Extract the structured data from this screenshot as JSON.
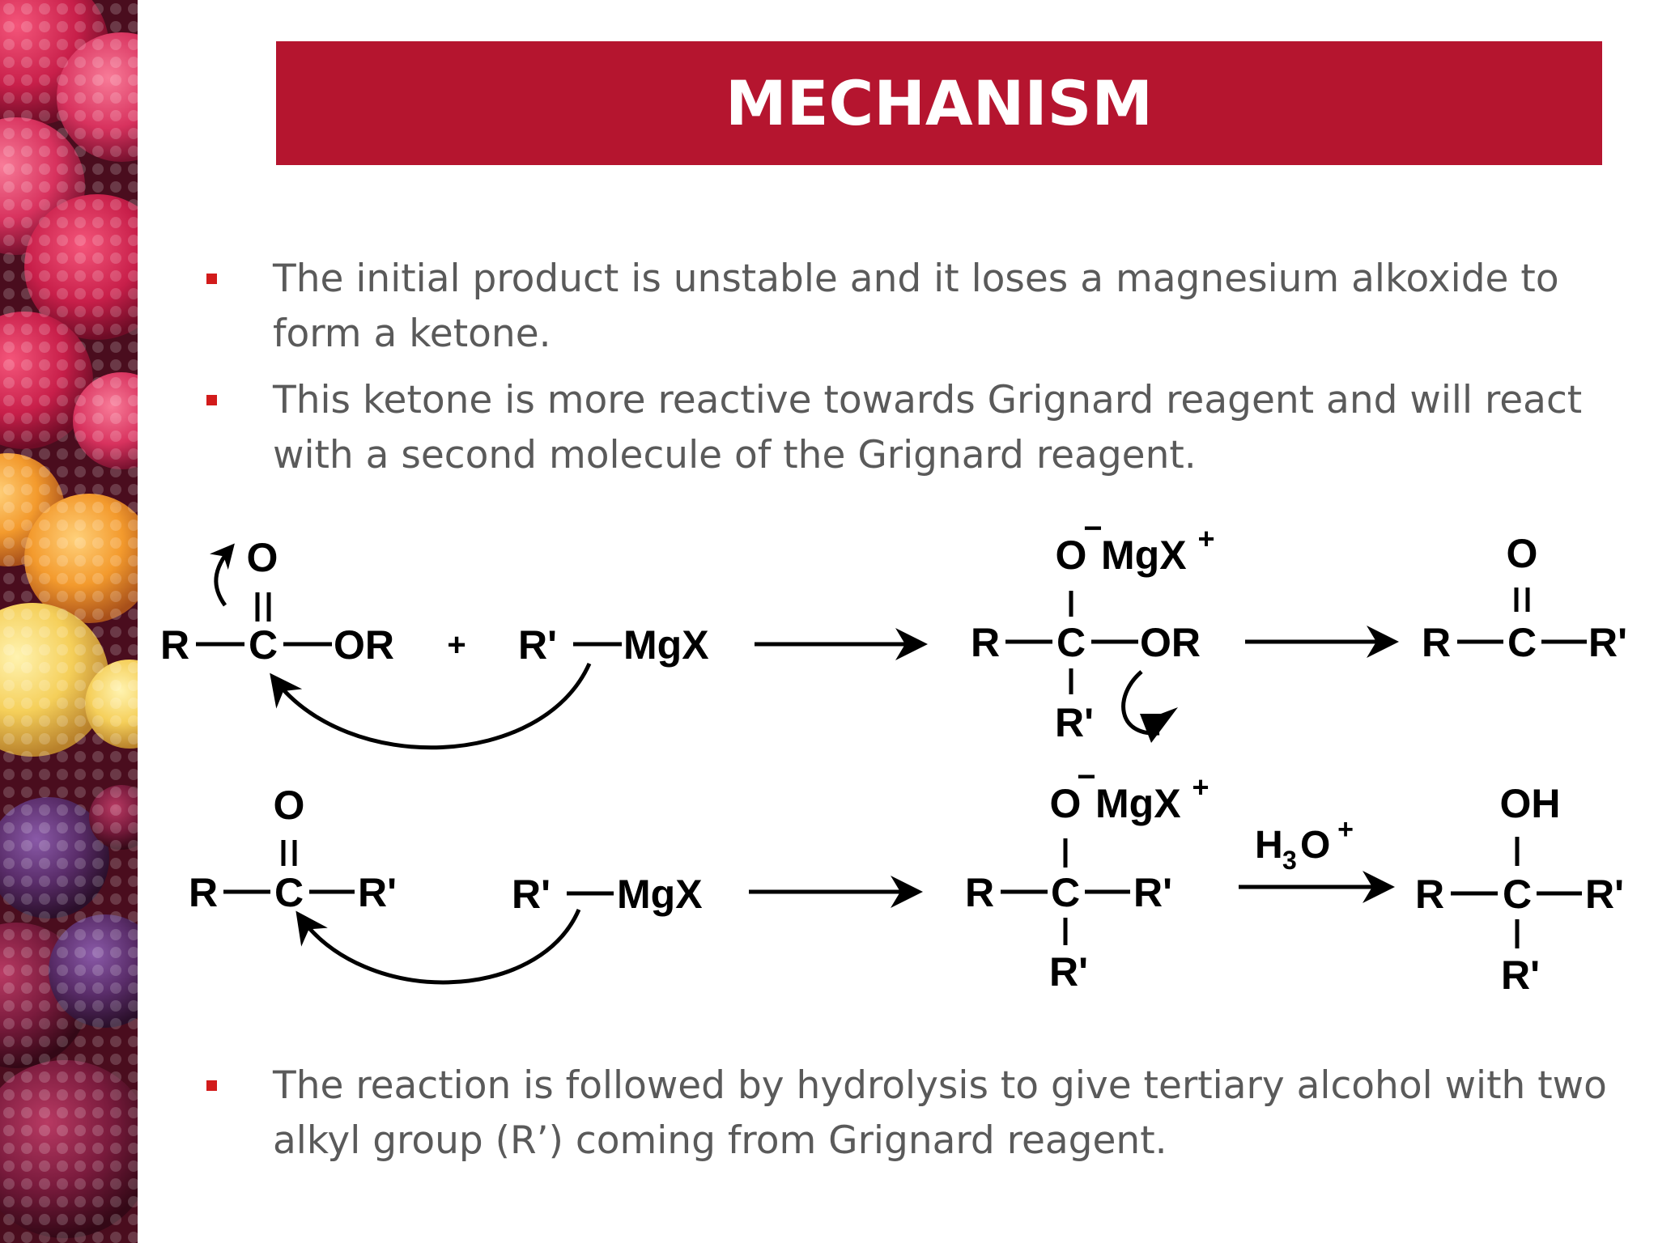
{
  "slide": {
    "title": "MECHANISM",
    "bullets": [
      "The initial product is unstable and it loses a magnesium alkoxide to form a ketone.",
      "This ketone is more reactive towards Grignard reagent and will react with a second molecule of the Grignard reagent.",
      "The reaction is followed by hydrolysis to give tertiary alcohol with two alkyl group (R’) coming from Grignard reagent."
    ]
  },
  "colors": {
    "banner": "#b5152f",
    "bullet_marker": "#d21b1b",
    "body_text": "#5a5a5a"
  },
  "scheme": {
    "row1": {
      "ester": {
        "O": "O",
        "R": "R",
        "C": "C",
        "OR": "OR"
      },
      "plus": "+",
      "grignard": {
        "Rp": "R'",
        "MgX": "MgX"
      },
      "intermediate": {
        "O": "O",
        "minus": "−",
        "MgX": "MgX",
        "plus": "+",
        "R": "R",
        "C": "C",
        "OR": "OR",
        "Rp": "R'"
      },
      "ketone": {
        "O": "O",
        "R": "R",
        "C": "C",
        "Rp": "R'"
      }
    },
    "row2": {
      "ketone": {
        "O": "O",
        "R": "R",
        "C": "C",
        "Rp": "R'"
      },
      "grignard": {
        "Rp": "R'",
        "MgX": "MgX"
      },
      "intermediate": {
        "O": "O",
        "minus": "−",
        "MgX": "MgX",
        "plus": "+",
        "R": "R",
        "C": "C",
        "Rp1": "R'",
        "Rp2": "R'"
      },
      "reagent": {
        "H": "H",
        "sub": "3",
        "O": "O",
        "plus": "+"
      },
      "alcohol": {
        "OH": "OH",
        "R": "R",
        "C": "C",
        "Rp1": "R'",
        "Rp2": "R'"
      }
    }
  }
}
